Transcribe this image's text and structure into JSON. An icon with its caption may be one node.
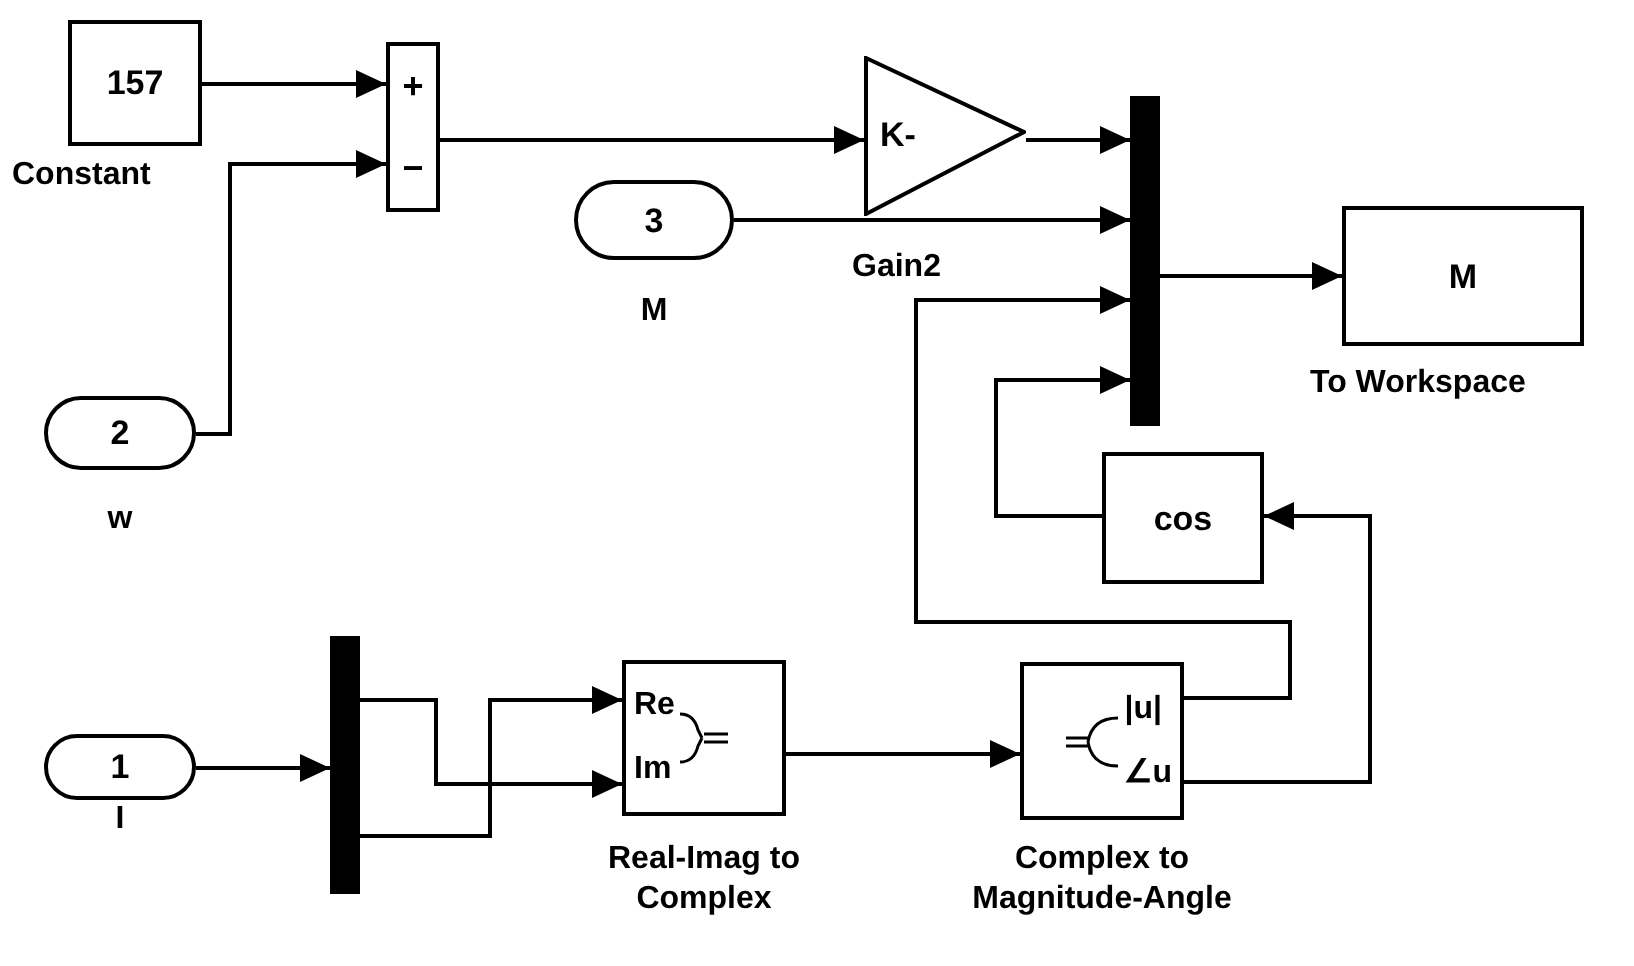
{
  "diagram": {
    "nodes": [
      {
        "text": [
          "157"
        ],
        "beside": [
          "Constant"
        ]
      },
      {
        "text": [
          "+",
          "−"
        ]
      },
      {
        "text": [
          "2"
        ],
        "beside": [
          "w"
        ]
      },
      {
        "text": [
          "3"
        ],
        "beside": [
          "M"
        ]
      },
      {
        "text": [
          "K-"
        ],
        "beside": [
          "Gain2"
        ]
      },
      {
        "text": [],
        "shape": "bar"
      },
      {
        "text": [
          "M"
        ],
        "beside": [
          "To Workspace"
        ]
      },
      {
        "text": [
          "cos"
        ]
      },
      {
        "text": [
          "1"
        ],
        "beside": [
          "I"
        ]
      },
      {
        "text": [],
        "shape": "bar"
      },
      {
        "text": [
          "Re",
          "Im"
        ],
        "beside": [
          "Real-Imag to Complex"
        ]
      },
      {
        "text": [
          "|u|",
          "∠u"
        ],
        "beside": [
          "Complex to Magnitude-Angle"
        ]
      }
    ],
    "edges": [
      {
        "from": 0,
        "to": 1,
        "arrow": "to"
      },
      {
        "from": 2,
        "to": 1,
        "arrow": "to"
      },
      {
        "from": 1,
        "to": 4,
        "arrow": "to"
      },
      {
        "from": 4,
        "to": 5,
        "arrow": "to"
      },
      {
        "from": 3,
        "to": 5,
        "arrow": "to"
      },
      {
        "from": 5,
        "to": 6,
        "arrow": "to"
      },
      {
        "from": 11,
        "to": 5,
        "arrow": "to"
      },
      {
        "from": 7,
        "to": 5,
        "arrow": "to"
      },
      {
        "from": 11,
        "to": 7,
        "arrow": "to"
      },
      {
        "from": 8,
        "to": 9,
        "arrow": "to"
      },
      {
        "from": 9,
        "to": 10,
        "arrow": "to"
      },
      {
        "from": 9,
        "to": 10,
        "arrow": "to"
      },
      {
        "from": 10,
        "to": 11,
        "arrow": "to"
      }
    ]
  }
}
